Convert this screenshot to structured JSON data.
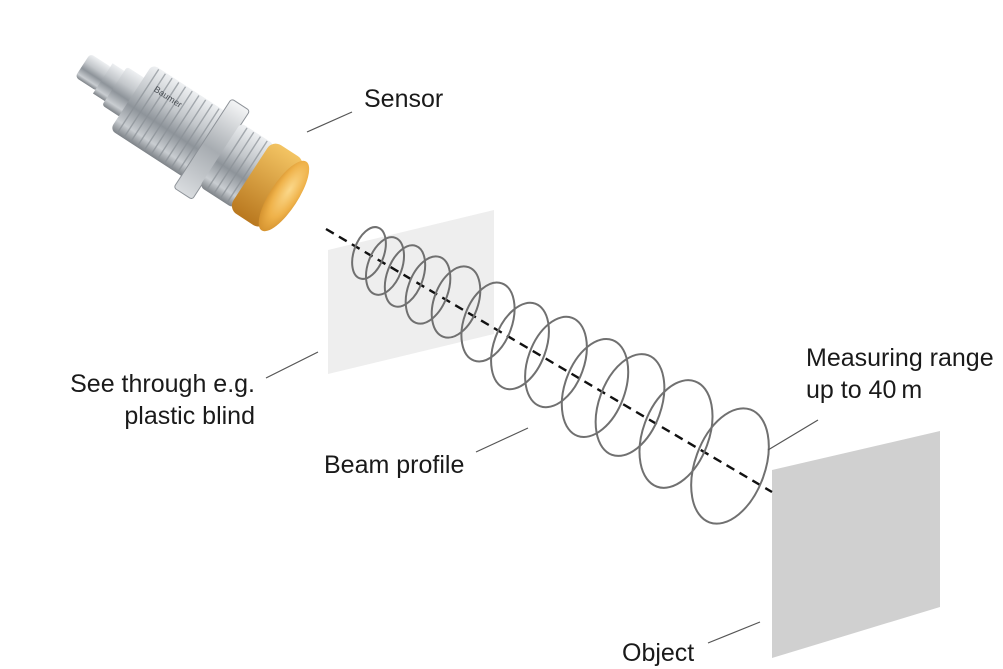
{
  "labels": {
    "sensor": "Sensor",
    "see_through_line1": "See through e.g.",
    "see_through_line2": "plastic blind",
    "beam_profile": "Beam profile",
    "measuring_range_line1": "Measuring range",
    "measuring_range_line2": "up to 40 m",
    "object": "Object",
    "brand_marking": "Baumer"
  },
  "colors": {
    "text": "#1a1a1a",
    "leader_line": "#555555",
    "beam_ring": "#707070",
    "beam_axis": "#111111",
    "blind_panel": "#eeeeee",
    "object_panel": "#d0d0d0",
    "sensor_lens": "#f0b548",
    "sensor_metal": "#b8bcc0"
  }
}
